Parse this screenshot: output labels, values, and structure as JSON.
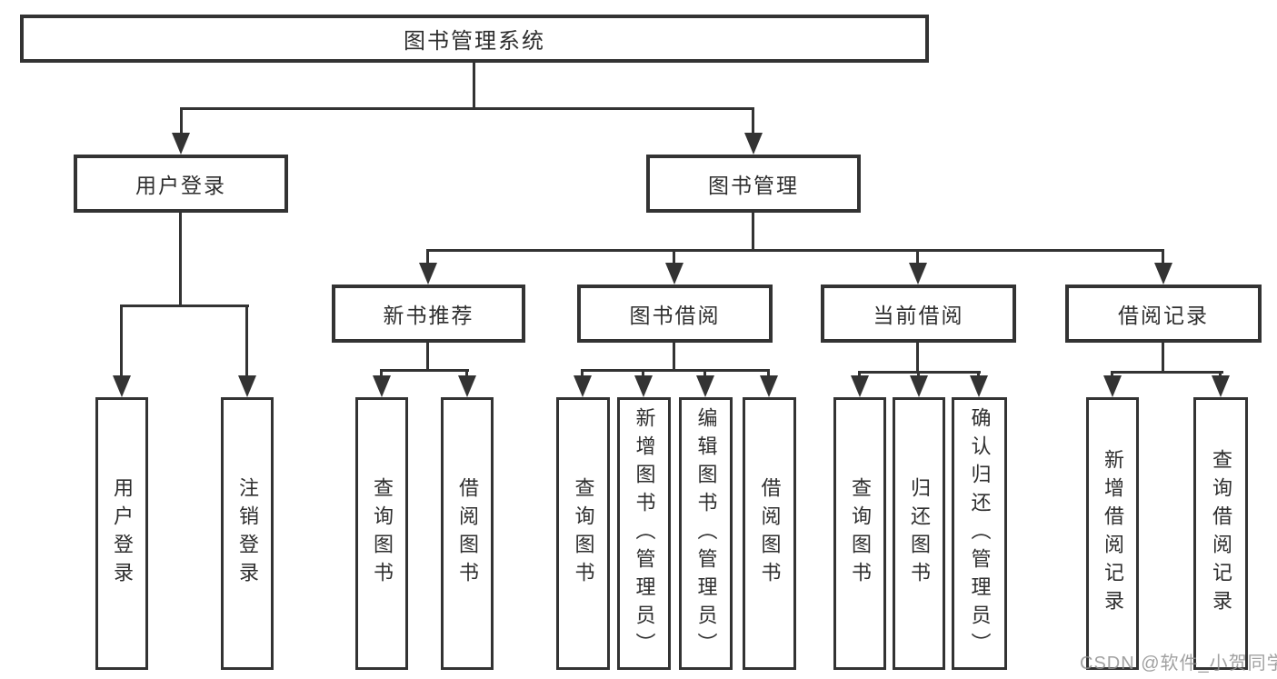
{
  "tree": {
    "root": {
      "label": "图书管理系统"
    },
    "branches": [
      {
        "label": "用户登录",
        "children": [
          {
            "label": "用户登录"
          },
          {
            "label": "注销登录"
          }
        ]
      },
      {
        "label": "图书管理",
        "children": [
          {
            "label": "新书推荐",
            "children": [
              {
                "label": "查询图书"
              },
              {
                "label": "借阅图书"
              }
            ]
          },
          {
            "label": "图书借阅",
            "children": [
              {
                "label": "查询图书"
              },
              {
                "label": "新增图书（管理员）"
              },
              {
                "label": "编辑图书（管理员）"
              },
              {
                "label": "借阅图书"
              }
            ]
          },
          {
            "label": "当前借阅",
            "children": [
              {
                "label": "查询图书"
              },
              {
                "label": "归还图书"
              },
              {
                "label": "确认归还（管理员）"
              }
            ]
          },
          {
            "label": "借阅记录",
            "children": [
              {
                "label": "新增借阅记录"
              },
              {
                "label": "查询借阅记录"
              }
            ]
          }
        ]
      }
    ]
  },
  "watermark": "CSDN @软件_小贺同学",
  "colors": {
    "line": "#333333",
    "text": "#2e2e2e",
    "watermark": "#919191",
    "background": "#ffffff"
  }
}
